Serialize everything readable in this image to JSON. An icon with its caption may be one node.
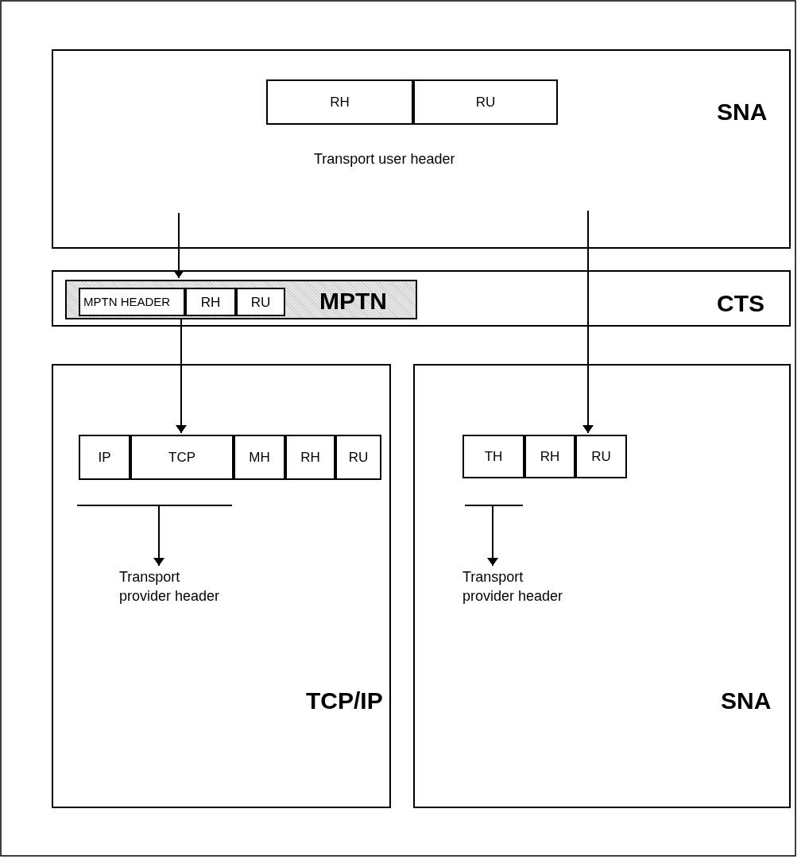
{
  "diagram": {
    "nodes": [
      {
        "text": [
          "SNA"
        ]
      },
      {
        "text": [
          "RH"
        ],
        "in": 0
      },
      {
        "text": [
          "RU"
        ],
        "in": 0
      },
      {
        "text": [
          "CTS"
        ]
      },
      {
        "text": [
          "MPTN"
        ],
        "in": 3
      },
      {
        "text": [
          "MPTN HEADER"
        ],
        "in": 4
      },
      {
        "text": [
          "RH"
        ],
        "in": 4
      },
      {
        "text": [
          "RU"
        ],
        "in": 4
      },
      {
        "text": [
          "TCP/IP"
        ]
      },
      {
        "text": [
          "IP"
        ],
        "in": 8
      },
      {
        "text": [
          "TCP"
        ],
        "in": 8
      },
      {
        "text": [
          "MH"
        ],
        "in": 8
      },
      {
        "text": [
          "RH"
        ],
        "in": 8
      },
      {
        "text": [
          "RU"
        ],
        "in": 8
      },
      {
        "text": [
          "SNA"
        ]
      },
      {
        "text": [
          "TH"
        ],
        "in": 14
      },
      {
        "text": [
          "RH"
        ],
        "in": 14
      },
      {
        "text": [
          "RU"
        ],
        "in": 14
      },
      {
        "text": [
          "Transport provider header"
        ],
        "in": 8
      },
      {
        "text": [
          "Transport provider header"
        ],
        "in": 14
      }
    ],
    "edges": [
      {
        "from": null,
        "to": 4,
        "arrow": "to"
      },
      {
        "from": 4,
        "to": 10,
        "arrow": "to"
      },
      {
        "from": null,
        "to": 17,
        "arrow": "to"
      },
      {
        "from": null,
        "to": 18,
        "arrow": "to"
      },
      {
        "from": null,
        "to": 19,
        "arrow": "to"
      }
    ],
    "labels": [
      "Transport user header"
    ]
  }
}
